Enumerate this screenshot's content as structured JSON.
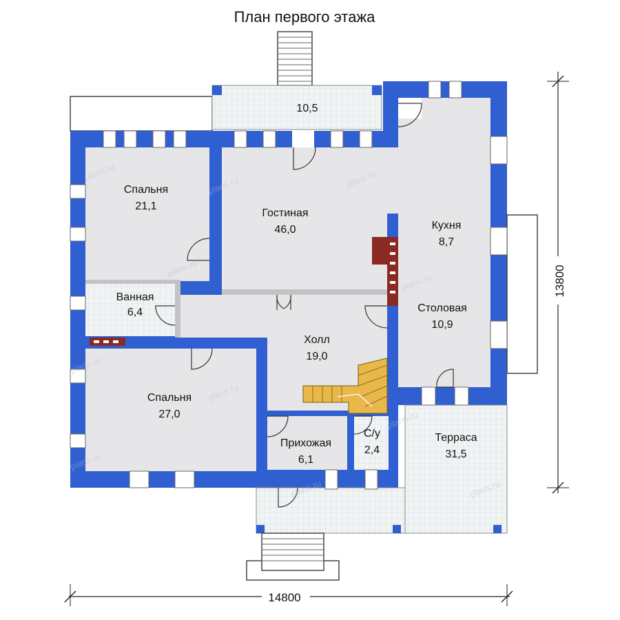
{
  "title": "План первого этажа",
  "rooms": [
    {
      "id": "porch-top",
      "name": "",
      "area": "10,5"
    },
    {
      "id": "bedroom-1",
      "name": "Спальня",
      "area": "21,1"
    },
    {
      "id": "living",
      "name": "Гостиная",
      "area": "46,0"
    },
    {
      "id": "kitchen",
      "name": "Кухня",
      "area": "8,7"
    },
    {
      "id": "bathroom",
      "name": "Ванная",
      "area": "6,4"
    },
    {
      "id": "dining",
      "name": "Столовая",
      "area": "10,9"
    },
    {
      "id": "hall",
      "name": "Холл",
      "area": "19,0"
    },
    {
      "id": "bedroom-2",
      "name": "Спальня",
      "area": "27,0"
    },
    {
      "id": "entry",
      "name": "Прихожая",
      "area": "6,1"
    },
    {
      "id": "wc",
      "name": "С/у",
      "area": "2,4"
    },
    {
      "id": "terrace",
      "name": "Терраса",
      "area": "31,5"
    }
  ],
  "dimensions": {
    "width": "14800",
    "height": "13800"
  },
  "watermark": "plans.ru",
  "colors": {
    "wall": "#2f5fd0",
    "floor": "#e6e6e8",
    "tile": "#eef2f3",
    "stairs": "#e8b84a",
    "fireplace": "#8a2a22"
  }
}
